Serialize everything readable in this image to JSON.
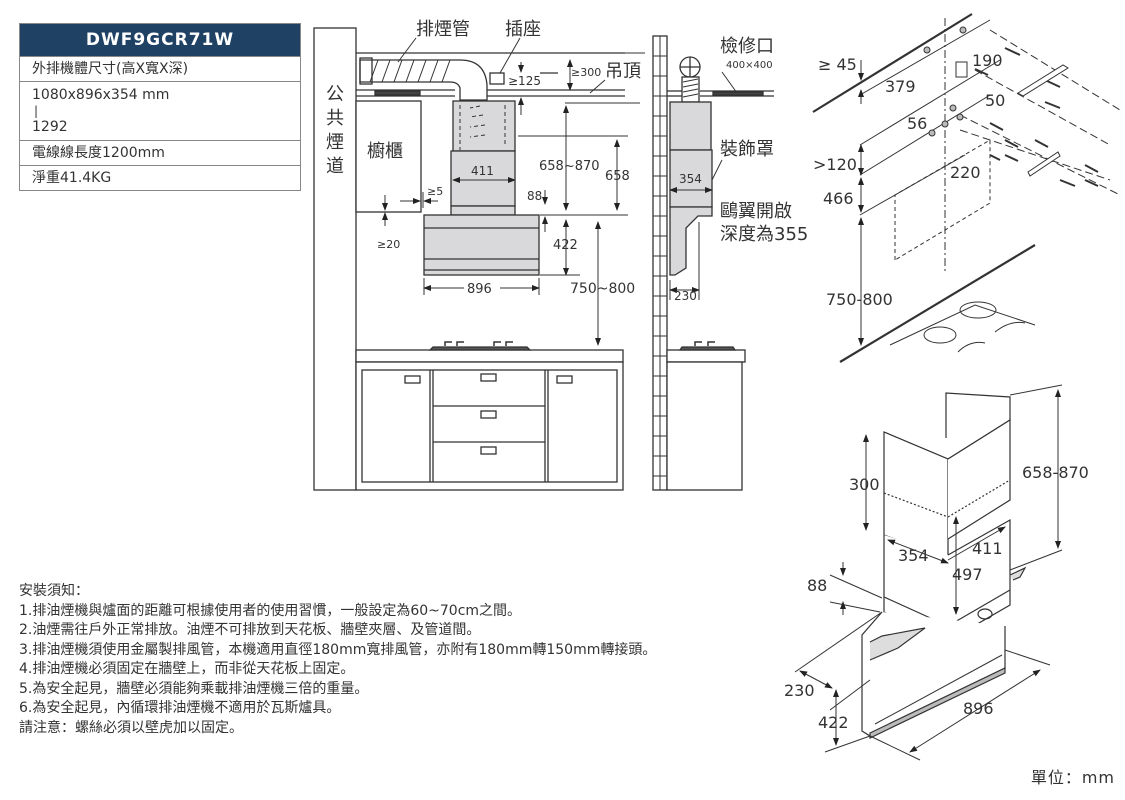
{
  "spec": {
    "model": "DWF9GCR71W",
    "dimensions_label": "外排機體尺寸(高X寬X深)",
    "dimensions_value": "1080x896x354 mm",
    "dimensions_separator": "|",
    "dimensions_value2": "1292",
    "cable_length": "電線線長度1200mm",
    "net_weight": "淨重41.4KG"
  },
  "side_view": {
    "duct_label": "排煙管",
    "socket_label": "插座",
    "ceiling_label": "吊頂",
    "flue_label": [
      "公",
      "共",
      "煙",
      "道"
    ],
    "cabinet_label": "櫥櫃",
    "dims": {
      "ceiling_gap": "≥300",
      "socket_gap": "≥125",
      "chimney_width": "411",
      "chimney_range": "658~870",
      "chimney_min": "658",
      "step": "88",
      "cabinet_gap_h": "≥5",
      "cabinet_gap_v": "≥20",
      "body_height": "422",
      "body_width": "896",
      "hob_distance": "750~800"
    }
  },
  "wall_view": {
    "access_label": "檢修口",
    "access_size": "400×400",
    "cover_label": "裝飾罩",
    "flap_note_1": "鷗翼開啟",
    "flap_note_2": "深度為355",
    "depth": "354",
    "flap_depth": "230"
  },
  "bracket_view": {
    "dims": {
      "top_gap": "≥ 45",
      "d379": "379",
      "d190": "190",
      "d50": "50",
      "d56": "56",
      "d120": ">120",
      "d220": "220",
      "d466": "466",
      "d750": "750-800"
    }
  },
  "iso_view": {
    "dims": {
      "d300": "300",
      "d658": "658-870",
      "d354": "354",
      "d411": "411",
      "d497": "497",
      "d88": "88",
      "d230": "230",
      "d422": "422",
      "d896": "896"
    }
  },
  "notes": {
    "title": "安裝須知：",
    "items": [
      "1.排油煙機與爐面的距離可根據使用者的使用習慣，一般設定為60~70cm之間。",
      "2.油煙需往戶外正常排放。油煙不可排放到天花板、牆壁夾層、及管道間。",
      "3.排油煙機須使用金屬製排風管，本機適用直徑180mm寬排風管，亦附有180mm轉150mm轉接頭。",
      "4.排油煙機必須固定在牆壁上，而非從天花板上固定。",
      "5.為安全起見，牆壁必須能夠乘載排油煙機三倍的重量。",
      "6.為安全起見，內循環排油煙機不適用於瓦斯爐具。"
    ],
    "caution": "請注意：螺絲必須以壁虎加以固定。"
  },
  "unit_label": "單位：mm",
  "colors": {
    "header_bg": "#1e4164",
    "appliance_fill": "#d9d9dc",
    "line": "#333333"
  }
}
